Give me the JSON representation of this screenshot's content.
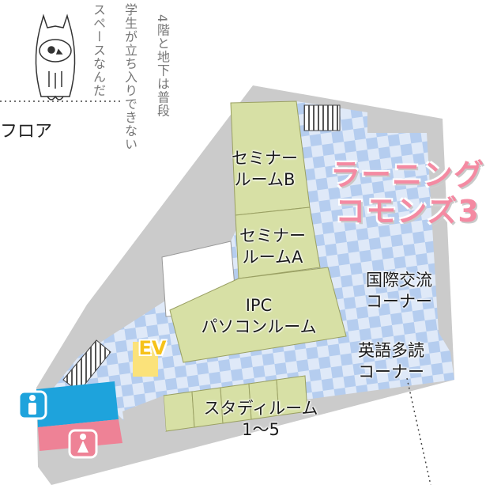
{
  "floor_label": "フロア",
  "note_lines": [
    "4階と地下は普段",
    "学生が立ち入りできない",
    "スペースなんだ"
  ],
  "title": {
    "line1": "ラーニング",
    "line2": "コモンズ3"
  },
  "rooms": {
    "seminar_b": {
      "line1": "セミナー",
      "line2": "ルームB"
    },
    "seminar_a": {
      "line1": "セミナー",
      "line2": "ルームA"
    },
    "ipc": {
      "line1": "IPC",
      "line2": "パソコンルーム"
    },
    "kokusai": {
      "line1": "国際交流",
      "line2": "コーナー"
    },
    "eigo": {
      "line1": "英語多読",
      "line2": "コーナー"
    },
    "study": {
      "line1": "スタディルーム",
      "line2": "1～5"
    }
  },
  "ev_label": "EV",
  "colors": {
    "gray": "#cbcbcb",
    "checker_light": "#dfe9f8",
    "checker_dark": "#b5cdef",
    "room_green": "#d7e0a5",
    "elevator": "#fbe27a",
    "restroom_male": "#1ea3dc",
    "restroom_female": "#ee8296",
    "title_pink": "#f48aa2"
  },
  "icons": [
    "owl-icon",
    "male-restroom-icon",
    "female-restroom-icon",
    "stairs-icon"
  ]
}
